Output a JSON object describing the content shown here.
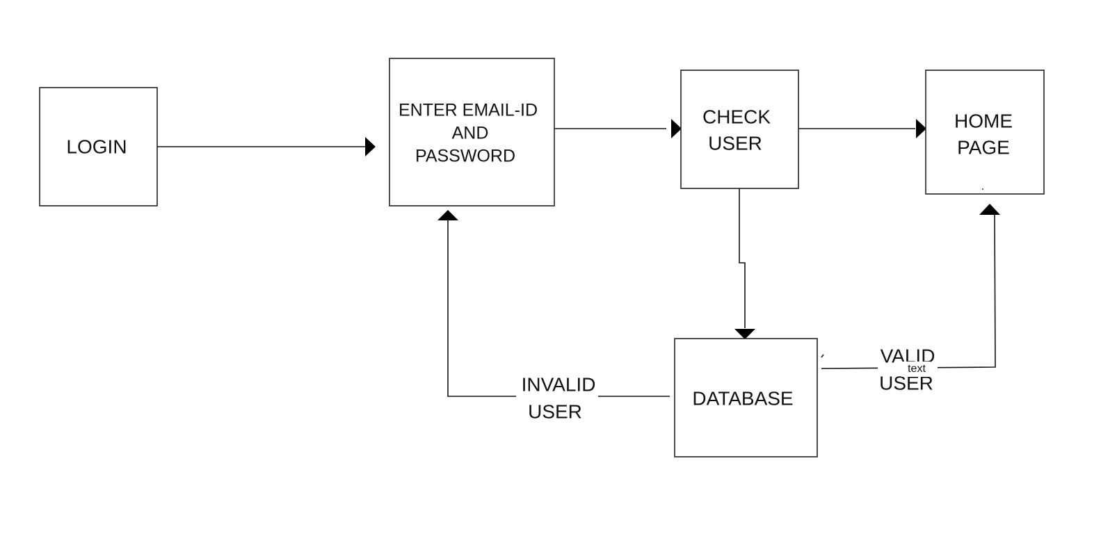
{
  "nodes": {
    "login": {
      "lines": [
        "LOGIN"
      ]
    },
    "credentials": {
      "lines": [
        "ENTER EMAIL-ID",
        "AND",
        "PASSWORD"
      ]
    },
    "check_user": {
      "lines": [
        "CHECK",
        "USER"
      ]
    },
    "home_page": {
      "lines": [
        "HOME",
        "PAGE"
      ]
    },
    "database": {
      "lines": [
        "DATABASE"
      ]
    }
  },
  "edge_labels": {
    "invalid_user": {
      "lines": [
        "INVALID",
        "USER"
      ]
    },
    "valid_user": {
      "lines": [
        "VALID",
        "USER"
      ]
    },
    "stray_text": "text"
  }
}
